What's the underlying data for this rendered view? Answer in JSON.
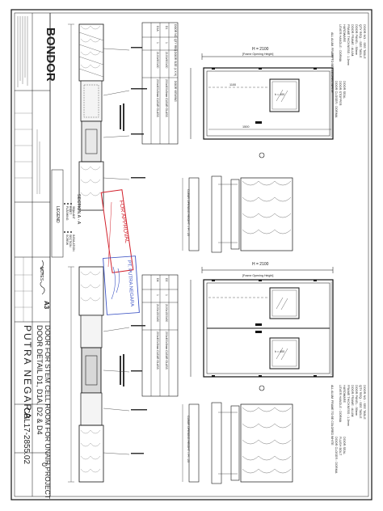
{
  "title_block": {
    "company": "BONDOR",
    "client": "PUTRA NEGARA",
    "drawing_title_1": "DOOR DETAIL D1, D1A, D2 & D4",
    "drawing_title_2": "DOOR FOR STEM CELL ROOM FOR UNAIR PROJECT",
    "drawing_no": "CBL17-2855.02",
    "revision": "0",
    "sheet_size": "A3",
    "notes_label": "NOTES"
  },
  "stamps": {
    "red": "FOR APPROVAL",
    "blue": "PT. PUTRA NEGARA"
  },
  "legend": {
    "heading": "LEGEND",
    "items": [
      "FLASHING",
      "RIVET",
      "SEALANT",
      "SCREW",
      "SECTION",
      "INSULATION"
    ]
  },
  "section_label": "SECTION A - A",
  "door_schedule": {
    "headers": [
      "DOOR NO.",
      "QTY REQ.",
      "DOOR SIZE (L X H)",
      "DOOR VIEWING"
    ],
    "rows": [
      [
        "D1",
        "1",
        "2100x900x50",
        "200x400x5mm CLEAR GLASS"
      ],
      [
        "D1A",
        "1",
        "2100x900x50",
        "200x400x5mm CLEAR GLASS"
      ],
      [
        "D2",
        "1",
        "2100x1500x50",
        "200x400x5mm CLEAR GLASS"
      ],
      [
        "D4",
        "1",
        "2100x1500x50",
        "200x400x5mm CLEAR GLASS"
      ]
    ]
  },
  "door_top": {
    "height_dim": "H = 2100",
    "opening": "[Frame Opening Height]",
    "viewing": "h = 400",
    "width_a": "1100",
    "width_b": "1500",
    "clear_opening": "CLEAR OPENING HEIGHT = H - 25",
    "frame_note": "ALL ALUM. FRAME TO BE COLORED WHITE"
  },
  "door_bottom": {
    "height_dim": "H = 2100",
    "opening": "[Frame Opening Height]",
    "viewing": "h = 400",
    "clear_opening": "CLEAR OPENING HEIGHT = H - 25",
    "frame_note": "ALL ALUM. FRAME TO BE COLORED WHITE"
  },
  "spec_top": {
    "lines": [
      "DOOR NO. : SEE TABLE",
      "QTY REQ. : SEE TABLE",
      "DOOR PANEL : 50mm",
      "DOOR FRAME : ALUM.",
      "FRAME THICKNESS : 1.2mm",
      "HARDWARE",
      "LEVER HANDLE : DORMA",
      "DOOR CLOSER : DORMA",
      "DOOR STOPPER",
      "DOOR SEAL"
    ]
  },
  "spec_bottom": {
    "lines": [
      "DOOR NO. : SEE TABLE",
      "QTY REQ. : SEE TABLE",
      "DOOR PANEL : 50mm",
      "DOOR FRAME : ALUM.",
      "FRAME THICKNESS : 1.2mm",
      "HARDWARE",
      "LEVER HANDLE : DORMA",
      "DOOR CLOSER : DORMA",
      "FLUSH BOLT",
      "DOOR SEAL"
    ]
  }
}
